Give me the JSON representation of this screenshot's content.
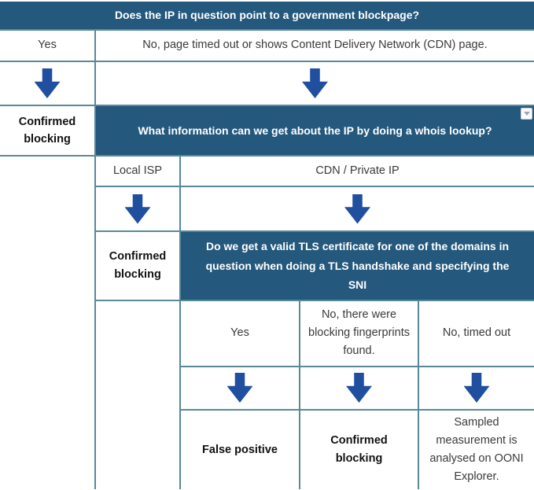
{
  "colors": {
    "header_blue": "#24587C",
    "arrow_blue": "#1F4F9E",
    "border_teal": "#578999"
  },
  "icons": {
    "flow_arrow": "down-arrow",
    "dropdown": "dropdown-arrow"
  },
  "flowchart": {
    "q1": "Does the IP in question point to a government blockpage?",
    "q1_yes": "Yes",
    "q1_no": "No, page timed out or shows Content Delivery Network (CDN) page.",
    "outcome1": "Confirmed blocking",
    "q2": "What information can we get about the IP by doing a whois lookup?",
    "q2_local_isp": "Local ISP",
    "q2_cdn": "CDN / Private IP",
    "outcome2": "Confirmed blocking",
    "q3": "Do we get a valid TLS certificate for one of the domains in question when doing a TLS handshake and specifying the SNI",
    "q3_yes": "Yes",
    "q3_no_fingerprints": "No, there were blocking fingerprints found.",
    "q3_no_timeout": "No, timed out",
    "outcome_false_positive": "False positive",
    "outcome_confirmed": "Confirmed blocking",
    "outcome_sampled": "Sampled measurement is analysed on OONI Explorer."
  }
}
